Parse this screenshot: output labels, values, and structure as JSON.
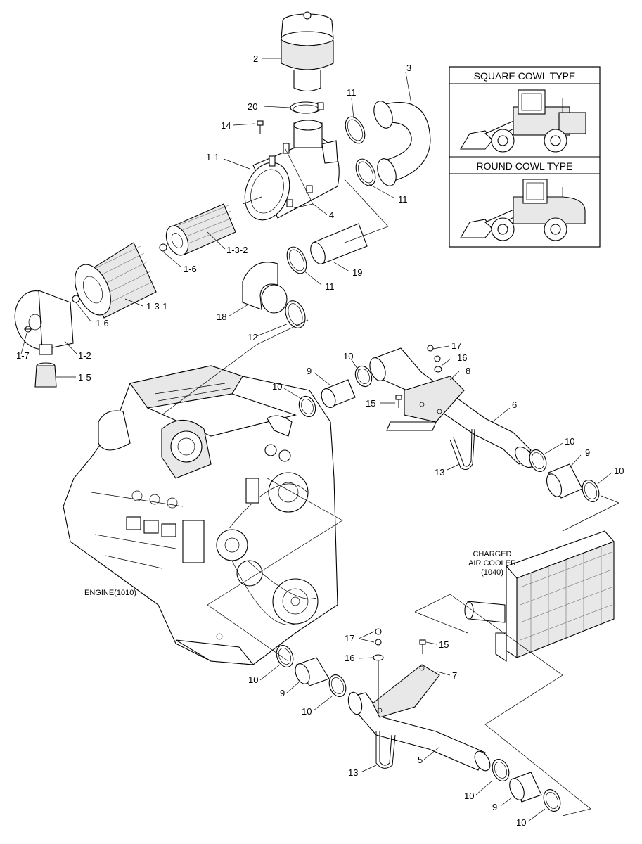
{
  "inset": {
    "square_title": "SQUARE COWL TYPE",
    "round_title": "ROUND COWL TYPE"
  },
  "callouts": {
    "engine": "ENGINE(1010)",
    "cooler_line1": "CHARGED",
    "cooler_line2": "AIR COOLER",
    "cooler_line3": "(1040)"
  },
  "part_labels": {
    "p2": "2",
    "p3": "3",
    "p20": "20",
    "p11a": "11",
    "p14": "14",
    "p1_1": "1-1",
    "p11b": "11",
    "p4": "4",
    "p1_3_2": "1-3-2",
    "p1_6a": "1-6",
    "p19": "19",
    "p11c": "11",
    "p18": "18",
    "p1_3_1": "1-3-1",
    "p1_6b": "1-6",
    "p12": "12",
    "p1_7": "1-7",
    "p1_2": "1-2",
    "p1_5": "1-5",
    "p17a": "17",
    "p10a": "10",
    "p16a": "16",
    "p8": "8",
    "p9a": "9",
    "p10b": "10",
    "p15a": "15",
    "p6": "6",
    "p10c": "10",
    "p13a": "13",
    "p9b": "9",
    "p10d": "10",
    "p17b": "17",
    "p15b": "15",
    "p16b": "16",
    "p7": "7",
    "p10e": "10",
    "p9c": "9",
    "p10f": "10",
    "p13b": "13",
    "p5": "5",
    "p10g": "10",
    "p9d": "9",
    "p10h": "10"
  },
  "colors": {
    "line": "#000000",
    "background": "#ffffff",
    "shade": "#e8e8e8"
  }
}
